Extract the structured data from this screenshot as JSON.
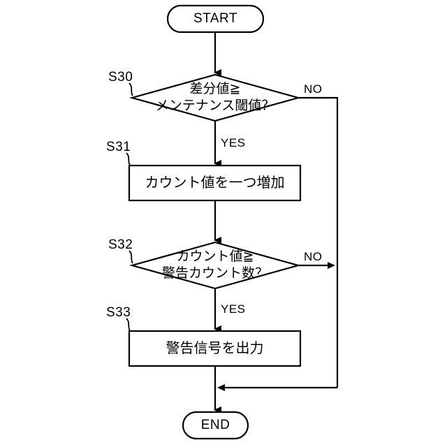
{
  "diagram": {
    "type": "flowchart",
    "title": "",
    "colors": {
      "background": "#ffffff",
      "stroke": "#000000",
      "text": "#000000"
    },
    "nodes": {
      "start": {
        "shape": "terminal",
        "text": "START"
      },
      "end": {
        "shape": "terminal",
        "text": "END"
      },
      "s30": {
        "shape": "decision",
        "step": "S30",
        "line1": "差分値≧",
        "line2": "メンテナンス閾値？"
      },
      "s31": {
        "shape": "process",
        "step": "S31",
        "text": "カウント値を一つ増加"
      },
      "s32": {
        "shape": "decision",
        "step": "S32",
        "line1": "カウント値≧",
        "line2": "警告カウント数？"
      },
      "s33": {
        "shape": "process",
        "step": "S33",
        "text": "警告信号を出力"
      }
    },
    "edges": {
      "s30_yes": "YES",
      "s30_no": "NO",
      "s32_yes": "YES",
      "s32_no": "NO"
    }
  }
}
